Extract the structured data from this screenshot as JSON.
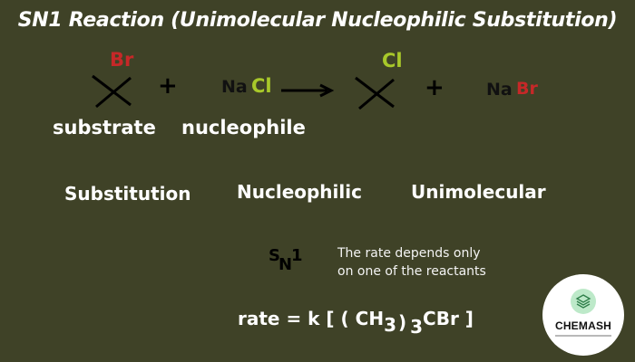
{
  "title": "SN1 Reaction (Unimolecular Nucleophilic Substitution)",
  "reaction": {
    "reactant1_atom": "Br",
    "plus1": "+",
    "nucleophile_na": "Na",
    "nucleophile_cl": "Cl",
    "product1_atom": "Cl",
    "plus2": "+",
    "product2_na": "Na",
    "product2_br": "Br",
    "substrate_label": "substrate",
    "nucleophile_label": "nucleophile"
  },
  "terms": [
    "Substitution",
    "Nucleophilic",
    "Unimolecular"
  ],
  "sn1": {
    "s": "S",
    "n": "N",
    "one": "1"
  },
  "note": {
    "line1": "The rate  depends only",
    "line2": "on one of the reactants"
  },
  "rate": {
    "prefix": "rate = k [ ( CH",
    "sub1": "3",
    "paren": ")",
    "sub2": "3",
    "suffix": "CBr ]"
  },
  "logo": {
    "name": "CHEMASH"
  },
  "colors": {
    "background": "#3f4227",
    "bromine": "#c62828",
    "chlorine": "#a8c82a",
    "text": "#ffffff",
    "dark_text": "#111111"
  }
}
